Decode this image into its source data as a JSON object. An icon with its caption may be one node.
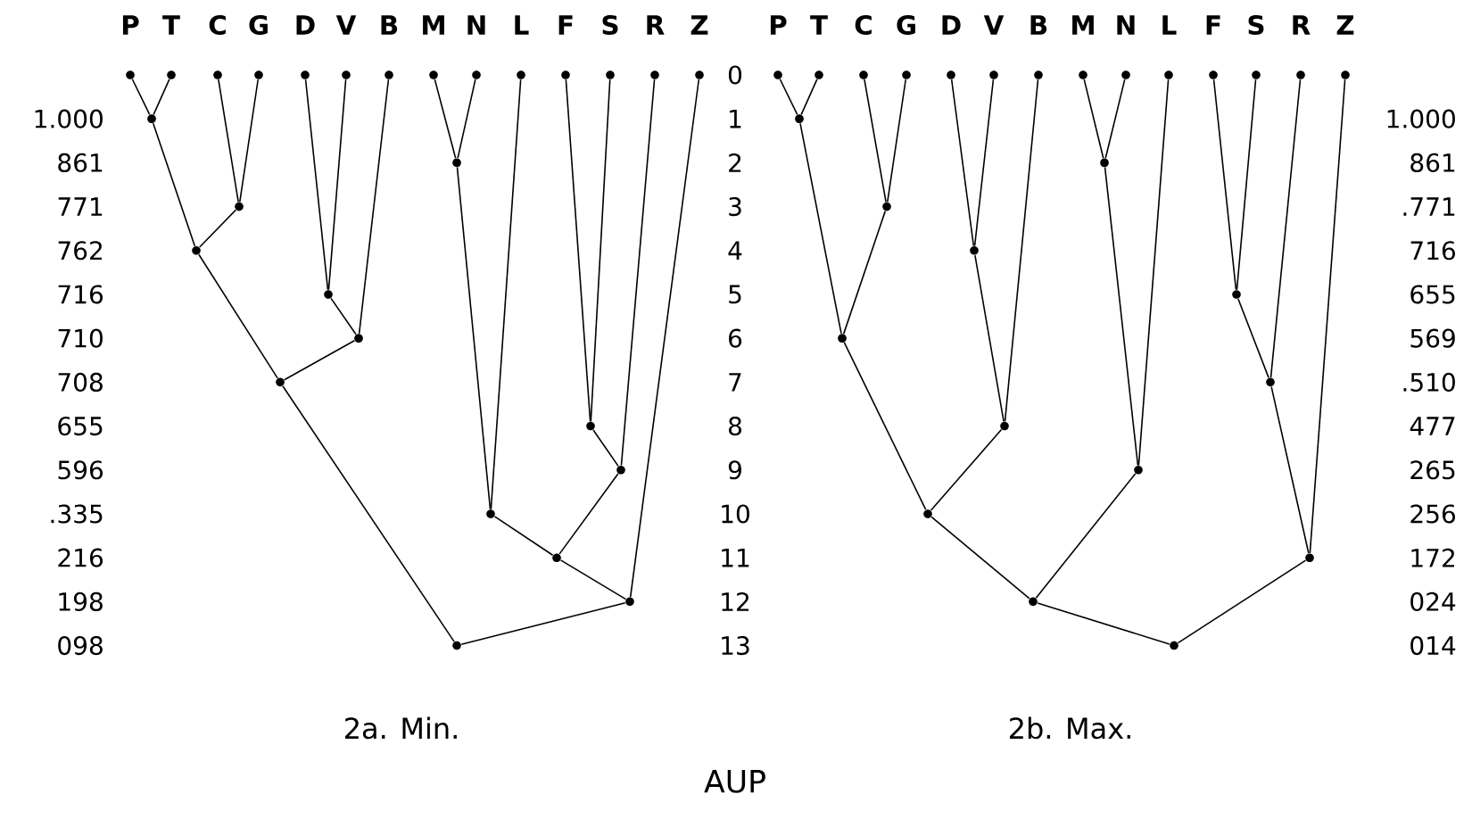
{
  "diagram": {
    "caption": "AUP",
    "nodes": [
      {
        "text": [],
        "shape": "circle",
        "beside": [
          "P"
        ]
      },
      {
        "text": [],
        "shape": "circle",
        "beside": [
          "T"
        ]
      },
      {
        "text": [],
        "shape": "circle",
        "beside": [
          "C"
        ]
      },
      {
        "text": [],
        "shape": "circle",
        "beside": [
          "G"
        ]
      },
      {
        "text": [],
        "shape": "circle",
        "beside": [
          "D"
        ]
      },
      {
        "text": [],
        "shape": "circle",
        "beside": [
          "V"
        ]
      },
      {
        "text": [],
        "shape": "circle",
        "beside": [
          "B"
        ]
      },
      {
        "text": [],
        "shape": "circle",
        "beside": [
          "M"
        ]
      },
      {
        "text": [],
        "shape": "circle",
        "beside": [
          "N"
        ]
      },
      {
        "text": [],
        "shape": "circle",
        "beside": [
          "L"
        ]
      },
      {
        "text": [],
        "shape": "circle",
        "beside": [
          "F"
        ]
      },
      {
        "text": [],
        "shape": "circle",
        "beside": [
          "S"
        ]
      },
      {
        "text": [],
        "shape": "circle",
        "beside": [
          "R"
        ]
      },
      {
        "text": [],
        "shape": "circle",
        "beside": [
          "Z"
        ]
      },
      {
        "text": [],
        "shape": "circle"
      },
      {
        "text": [],
        "shape": "circle"
      },
      {
        "text": [],
        "shape": "circle"
      },
      {
        "text": [],
        "shape": "circle"
      },
      {
        "text": [],
        "shape": "circle"
      },
      {
        "text": [],
        "shape": "circle"
      },
      {
        "text": [],
        "shape": "circle"
      },
      {
        "text": [],
        "shape": "circle"
      },
      {
        "text": [],
        "shape": "circle"
      },
      {
        "text": [],
        "shape": "circle"
      },
      {
        "text": [],
        "shape": "circle"
      },
      {
        "text": [],
        "shape": "circle"
      },
      {
        "text": [],
        "shape": "circle"
      },
      {
        "text": [],
        "shape": "circle",
        "beside": [
          "P"
        ]
      },
      {
        "text": [],
        "shape": "circle",
        "beside": [
          "T"
        ]
      },
      {
        "text": [],
        "shape": "circle",
        "beside": [
          "C"
        ]
      },
      {
        "text": [],
        "shape": "circle",
        "beside": [
          "G"
        ]
      },
      {
        "text": [],
        "shape": "circle",
        "beside": [
          "D"
        ]
      },
      {
        "text": [],
        "shape": "circle",
        "beside": [
          "V"
        ]
      },
      {
        "text": [],
        "shape": "circle",
        "beside": [
          "B"
        ]
      },
      {
        "text": [],
        "shape": "circle",
        "beside": [
          "M"
        ]
      },
      {
        "text": [],
        "shape": "circle",
        "beside": [
          "N"
        ]
      },
      {
        "text": [],
        "shape": "circle",
        "beside": [
          "L"
        ]
      },
      {
        "text": [],
        "shape": "circle",
        "beside": [
          "F"
        ]
      },
      {
        "text": [],
        "shape": "circle",
        "beside": [
          "S"
        ]
      },
      {
        "text": [],
        "shape": "circle",
        "beside": [
          "R"
        ]
      },
      {
        "text": [],
        "shape": "circle",
        "beside": [
          "Z"
        ]
      },
      {
        "text": [],
        "shape": "circle"
      },
      {
        "text": [],
        "shape": "circle"
      },
      {
        "text": [],
        "shape": "circle"
      },
      {
        "text": [],
        "shape": "circle"
      },
      {
        "text": [],
        "shape": "circle"
      },
      {
        "text": [],
        "shape": "circle"
      },
      {
        "text": [],
        "shape": "circle"
      },
      {
        "text": [],
        "shape": "circle"
      },
      {
        "text": [],
        "shape": "circle"
      },
      {
        "text": [],
        "shape": "circle"
      },
      {
        "text": [],
        "shape": "circle"
      },
      {
        "text": [],
        "shape": "circle"
      },
      {
        "text": [],
        "shape": "circle"
      }
    ],
    "edges": [
      {
        "from": 0,
        "to": 14,
        "arrow": "none"
      },
      {
        "from": 1,
        "to": 14,
        "arrow": "none"
      },
      {
        "from": 7,
        "to": 15,
        "arrow": "none"
      },
      {
        "from": 8,
        "to": 15,
        "arrow": "none"
      },
      {
        "from": 2,
        "to": 16,
        "arrow": "none"
      },
      {
        "from": 3,
        "to": 16,
        "arrow": "none"
      },
      {
        "from": 14,
        "to": 17,
        "arrow": "none"
      },
      {
        "from": 16,
        "to": 17,
        "arrow": "none"
      },
      {
        "from": 4,
        "to": 18,
        "arrow": "none"
      },
      {
        "from": 5,
        "to": 18,
        "arrow": "none"
      },
      {
        "from": 18,
        "to": 19,
        "arrow": "none"
      },
      {
        "from": 6,
        "to": 19,
        "arrow": "none"
      },
      {
        "from": 17,
        "to": 20,
        "arrow": "none"
      },
      {
        "from": 19,
        "to": 20,
        "arrow": "none"
      },
      {
        "from": 10,
        "to": 21,
        "arrow": "none"
      },
      {
        "from": 11,
        "to": 21,
        "arrow": "none"
      },
      {
        "from": 21,
        "to": 22,
        "arrow": "none"
      },
      {
        "from": 12,
        "to": 22,
        "arrow": "none"
      },
      {
        "from": 15,
        "to": 23,
        "arrow": "none"
      },
      {
        "from": 9,
        "to": 23,
        "arrow": "none"
      },
      {
        "from": 23,
        "to": 24,
        "arrow": "none"
      },
      {
        "from": 22,
        "to": 24,
        "arrow": "none"
      },
      {
        "from": 24,
        "to": 25,
        "arrow": "none"
      },
      {
        "from": 13,
        "to": 25,
        "arrow": "none"
      },
      {
        "from": 20,
        "to": 26,
        "arrow": "none"
      },
      {
        "from": 25,
        "to": 26,
        "arrow": "none"
      },
      {
        "from": 27,
        "to": 41,
        "arrow": "none"
      },
      {
        "from": 28,
        "to": 41,
        "arrow": "none"
      },
      {
        "from": 34,
        "to": 42,
        "arrow": "none"
      },
      {
        "from": 35,
        "to": 42,
        "arrow": "none"
      },
      {
        "from": 29,
        "to": 43,
        "arrow": "none"
      },
      {
        "from": 30,
        "to": 43,
        "arrow": "none"
      },
      {
        "from": 31,
        "to": 44,
        "arrow": "none"
      },
      {
        "from": 32,
        "to": 44,
        "arrow": "none"
      },
      {
        "from": 37,
        "to": 45,
        "arrow": "none"
      },
      {
        "from": 38,
        "to": 45,
        "arrow": "none"
      },
      {
        "from": 41,
        "to": 46,
        "arrow": "none"
      },
      {
        "from": 43,
        "to": 46,
        "arrow": "none"
      },
      {
        "from": 45,
        "to": 47,
        "arrow": "none"
      },
      {
        "from": 39,
        "to": 47,
        "arrow": "none"
      },
      {
        "from": 44,
        "to": 48,
        "arrow": "none"
      },
      {
        "from": 33,
        "to": 48,
        "arrow": "none"
      },
      {
        "from": 42,
        "to": 49,
        "arrow": "none"
      },
      {
        "from": 36,
        "to": 49,
        "arrow": "none"
      },
      {
        "from": 46,
        "to": 50,
        "arrow": "none"
      },
      {
        "from": 48,
        "to": 50,
        "arrow": "none"
      },
      {
        "from": 47,
        "to": 51,
        "arrow": "none"
      },
      {
        "from": 40,
        "to": 51,
        "arrow": "none"
      },
      {
        "from": 50,
        "to": 52,
        "arrow": "none"
      },
      {
        "from": 49,
        "to": 52,
        "arrow": "none"
      },
      {
        "from": 52,
        "to": 53,
        "arrow": "none"
      },
      {
        "from": 51,
        "to": 53,
        "arrow": "none"
      }
    ],
    "labels": [
      "1.000",
      "861",
      "771",
      "762",
      "716",
      "710",
      "708",
      "655",
      "596",
      ".335",
      "216",
      "198",
      "098",
      "0",
      "1",
      "2",
      "3",
      "4",
      "5",
      "6",
      "7",
      "8",
      "9",
      "10",
      "11",
      "12",
      "13",
      "1.000",
      "861",
      ".771",
      "716",
      "655",
      "569",
      ".510",
      "477",
      "265",
      "256",
      "172",
      "024",
      "014",
      "2a. Min.",
      "2b. Max."
    ]
  }
}
